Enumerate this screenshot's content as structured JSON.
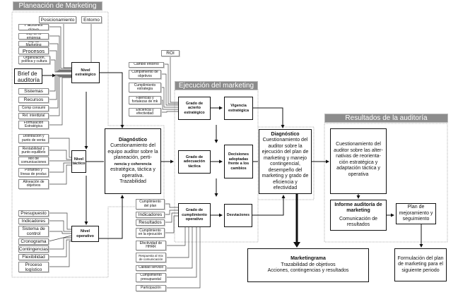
{
  "sections": {
    "planeacion": "Planeación de Marketing",
    "ejecucion": "Ejecución del marketing",
    "resultados": "Resultados de la auditoría"
  },
  "planeacion": {
    "top": [
      "Posicionamiento",
      "Entorno"
    ],
    "estrategico_inputs": [
      "Factores clave",
      "Obj. de la empresa",
      "Obj. de Marketing",
      "Procesos",
      "Organización, política y cultura",
      "Sistemas",
      "Recursos",
      "Comp consumi",
      "Rel. interdiptal",
      "Formulación Estratégica"
    ],
    "brief": "Brief de auditoría",
    "nivel_estrategico": "Nivel estratégico",
    "tactico_inputs": [
      "Distribución y punto de venta",
      "Rentabilidad y punto equilibrio",
      "Mix de comunicaciones",
      "Portafolio y líneas de produc",
      "Alineación de objetivos"
    ],
    "nivel_tactico": "Nivel táctico",
    "operativo_inputs": [
      "Presupuesto",
      "Indicadores",
      "Sistema de control",
      "Cronograma",
      "Contingencias",
      "Flexibilidad",
      "Proceso logístico"
    ],
    "nivel_operativo": "Nivel operativo",
    "diagnostico": {
      "title": "Diagnóstico",
      "line1": "Cuestionamiento del equipo auditor sobre la planeación, perti-",
      "line2": "nencia y coherencia",
      "line3": "estratégica, táctica y operativa.",
      "line4": "Trazabilidad"
    }
  },
  "ejecucion": {
    "roi": "ROI",
    "acierto_inputs": [
      "Cambio entorno",
      "Cumplimiento de objetivos",
      "Cumplimiento estrategia",
      "Falencias y fortalezas de mk",
      "Eficiencia y efectividad"
    ],
    "grado_acierto": "Grado de acierto estratégico",
    "vigencia": "Vigencia estratégica",
    "grado_adecuacion": "Grado de adecuación táctica",
    "decisiones": "Decisiones adoptadas frente a los cambios",
    "grado_cumplimiento": "Grado de cumplimiento operativo",
    "desviaciones": "Desviaciones",
    "cumplimiento_inputs": [
      "Cumplimiento del plan",
      "Indicadores",
      "Resultados",
      "Cumplimiento en la ejecución",
      "Efectividad de HHRR",
      "Respuesta al mix de comunicación",
      "Calidad servicio",
      "Cumplimiento presupuestal",
      "Participación"
    ],
    "diagnostico": {
      "title": "Diagnóstico",
      "body": "Cuestionamiento del auditor sobre la ejecución del plan de marketing y manejo contingencial, desempeño del marketing y grado de eficiencia y efectividad"
    },
    "marketingrama": {
      "title": "Marketingrama",
      "line1": "Trazabilidad de objetivos",
      "line2": "Acciones, contingencias y resultados"
    }
  },
  "resultados": {
    "cuestionamiento": "Cuestionamiento del auditor sobre las alter-nativas de reorienta-ción estratégica y adaptación táctica y operativa",
    "informe": {
      "title": "Informe auditoría de marketing",
      "body": "Comunicación de resultados"
    },
    "plan": "Plan de mejoramiento y seguimiento",
    "formulacion": "Formulación del plan de marketing para el siguiente periodo"
  }
}
